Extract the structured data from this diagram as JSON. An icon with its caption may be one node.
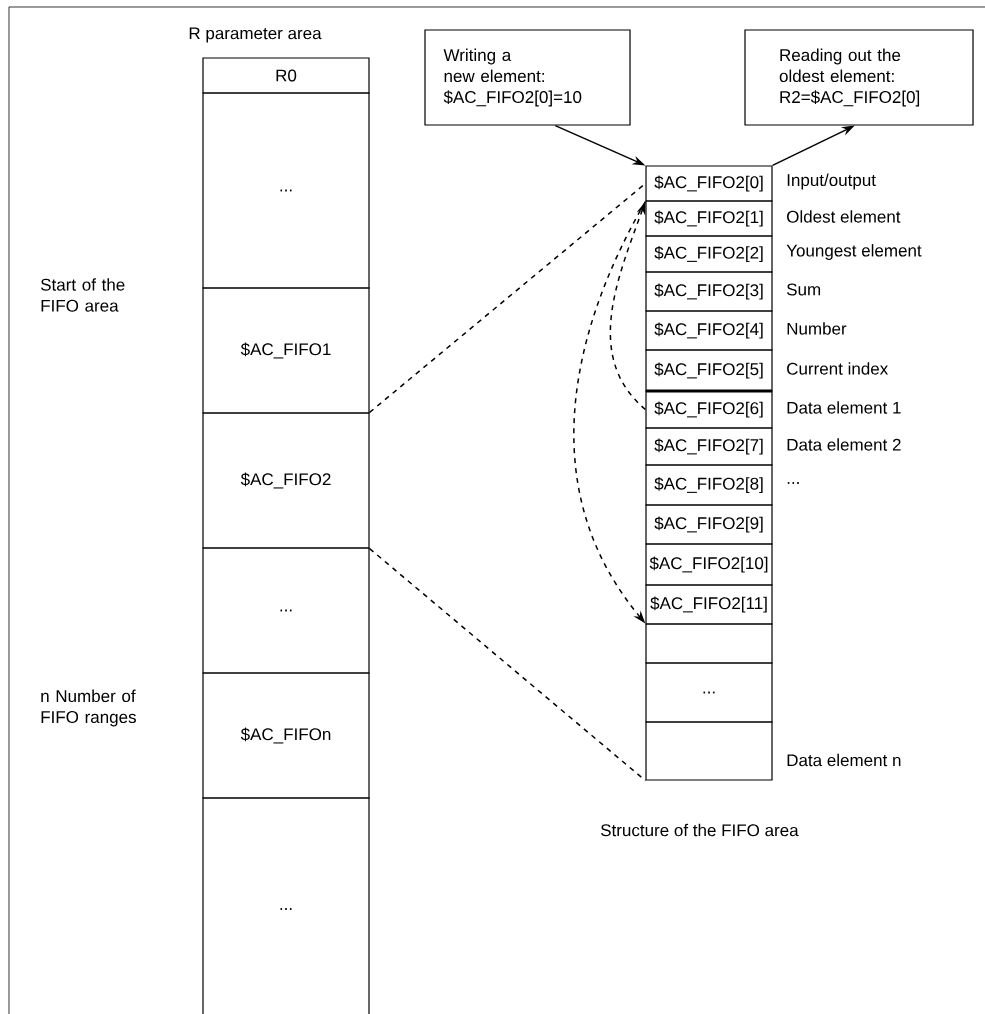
{
  "diagram": {
    "nodes": [
      {
        "text": [
          "R0"
        ]
      },
      {
        "text": [
          "..."
        ]
      },
      {
        "text": [
          "$AC_FIFO1"
        ]
      },
      {
        "text": [
          "$AC_FIFO2"
        ]
      },
      {
        "text": [
          "..."
        ]
      },
      {
        "text": [
          "$AC_FIFOn"
        ]
      },
      {
        "text": [
          "..."
        ]
      },
      {
        "text": [
          "Writing a new element: $AC_FIFO2[0]=10"
        ]
      },
      {
        "text": [
          "Reading out the oldest element: R2=$AC_FIFO2[0]"
        ]
      },
      {
        "text": [
          "$AC_FIFO2[0]"
        ],
        "beside": [
          "Input/output"
        ]
      },
      {
        "text": [
          "$AC_FIFO2[1]"
        ],
        "beside": [
          "Oldest element"
        ]
      },
      {
        "text": [
          "$AC_FIFO2[2]"
        ],
        "beside": [
          "Youngest element"
        ]
      },
      {
        "text": [
          "$AC_FIFO2[3]"
        ],
        "beside": [
          "Sum"
        ]
      },
      {
        "text": [
          "$AC_FIFO2[4]"
        ],
        "beside": [
          "Number"
        ]
      },
      {
        "text": [
          "$AC_FIFO2[5]"
        ],
        "beside": [
          "Current index"
        ]
      },
      {
        "text": [
          "$AC_FIFO2[6]"
        ],
        "beside": [
          "Data element 1"
        ]
      },
      {
        "text": [
          "$AC_FIFO2[7]"
        ],
        "beside": [
          "Data element 2"
        ]
      },
      {
        "text": [
          "$AC_FIFO2[8]"
        ],
        "beside": [
          "..."
        ]
      },
      {
        "text": [
          "$AC_FIFO2[9]"
        ]
      },
      {
        "text": [
          "$AC_FIFO2[10]"
        ]
      },
      {
        "text": [
          "$AC_FIFO2[11]"
        ]
      },
      {
        "text": [],
        "shape": "box"
      },
      {
        "text": [
          "..."
        ]
      },
      {
        "text": [],
        "shape": "box",
        "beside": [
          "Data element n"
        ]
      }
    ],
    "edges": [
      {
        "from": 7,
        "to": 9,
        "arrow": "to"
      },
      {
        "from": 9,
        "to": 8,
        "arrow": "to"
      },
      {
        "from": 3,
        "to": 9,
        "arrow": "none",
        "style": "dashed"
      },
      {
        "from": 3,
        "to": 23,
        "arrow": "none",
        "style": "dashed"
      },
      {
        "from": 15,
        "to": 9,
        "arrow": "to",
        "style": "dashed"
      },
      {
        "from": 9,
        "to": 21,
        "arrow": "to",
        "style": "dashed"
      }
    ],
    "labels": [
      "R parameter area",
      "Start of the FIFO area",
      "n Number of FIFO ranges",
      "Structure of the FIFO area"
    ]
  }
}
